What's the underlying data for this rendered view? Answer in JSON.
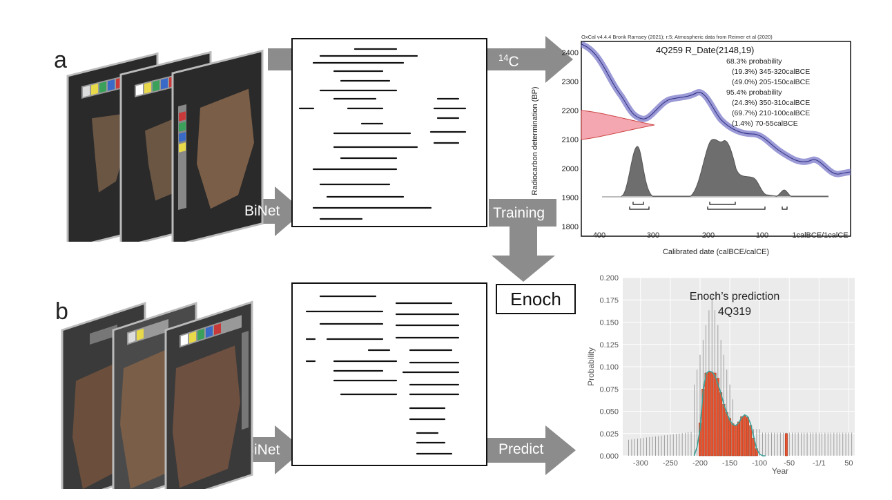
{
  "panels": {
    "a": "a",
    "b": "b"
  },
  "arrows": {
    "c14_super": "14",
    "c14_text": "C",
    "binet_a": "BiNet",
    "binet_b": "BiNet",
    "training": "Training",
    "predict": "Predict"
  },
  "enoch_box": "Enoch",
  "colors": {
    "arrow": "#8c8c8c",
    "curve": "#7a78c8",
    "gaussian": "#f08a96",
    "bars": "#e8532f",
    "kde": "#3aa39a",
    "hist": "#7a7a7a"
  },
  "calibration_chart": {
    "header": "OxCal v4.4.4 Bronk Ramsey (2021); r:5; Atmospheric data from Reimer et al (2020)",
    "sample": "4Q259 R_Date(2148,19)",
    "probability_lines": [
      "68.3% probability",
      "(19.3%) 345-320calBCE",
      "(49.0%) 205-150calBCE",
      "95.4% probability",
      "(24.3%) 350-310calBCE",
      "(69.7%) 210-100calBCE",
      "(1.4%) 70-55calBCE"
    ],
    "ylabel": "Radiocarbon determination (BP)",
    "xlabel": "Calibrated date (calBCE/calCE)",
    "y_ticks": [
      "2400",
      "2300",
      "2200",
      "2100",
      "2000",
      "1900",
      "1800"
    ],
    "x_ticks": [
      "400",
      "300",
      "200",
      "100",
      "1calBCE/1calCE"
    ]
  },
  "chart_data": {
    "type": "bar",
    "title": "Enoch’s prediction",
    "subtitle": "4Q319",
    "xlabel": "Year",
    "ylabel": "Probability",
    "ylim": [
      0,
      0.2
    ],
    "xlim": [
      -330,
      60
    ],
    "x_ticks": [
      "-300",
      "-250",
      "-200",
      "-150",
      "-100",
      "-50",
      "-1/1",
      "50"
    ],
    "x_tick_values": [
      -300,
      -250,
      -200,
      -150,
      -100,
      -50,
      0,
      50
    ],
    "y_ticks": [
      "0.000",
      "0.025",
      "0.050",
      "0.075",
      "0.100",
      "0.125",
      "0.150",
      "0.175",
      "0.200"
    ],
    "y_tick_values": [
      0,
      0.025,
      0.05,
      0.075,
      0.1,
      0.125,
      0.15,
      0.175,
      0.2
    ],
    "grid": true,
    "x": [
      -200,
      -195,
      -190,
      -185,
      -180,
      -175,
      -170,
      -165,
      -160,
      -155,
      -150,
      -145,
      -140,
      -135,
      -130,
      -125,
      -120,
      -115,
      -110,
      -105,
      -55
    ],
    "values": [
      0.037,
      0.075,
      0.093,
      0.094,
      0.094,
      0.093,
      0.087,
      0.071,
      0.058,
      0.049,
      0.042,
      0.036,
      0.034,
      0.038,
      0.044,
      0.045,
      0.043,
      0.034,
      0.02,
      0.008,
      0.025
    ],
    "kde_x": [
      -210,
      -205,
      -200,
      -195,
      -190,
      -185,
      -180,
      -175,
      -170,
      -165,
      -160,
      -155,
      -150,
      -145,
      -140,
      -135,
      -130,
      -125,
      -120,
      -115,
      -110,
      -105,
      -100,
      -95,
      -90
    ],
    "kde_y": [
      0.0,
      0.01,
      0.03,
      0.072,
      0.092,
      0.095,
      0.094,
      0.09,
      0.081,
      0.07,
      0.058,
      0.048,
      0.04,
      0.035,
      0.034,
      0.037,
      0.043,
      0.046,
      0.044,
      0.036,
      0.022,
      0.008,
      0.002,
      0.0,
      0.0
    ]
  }
}
